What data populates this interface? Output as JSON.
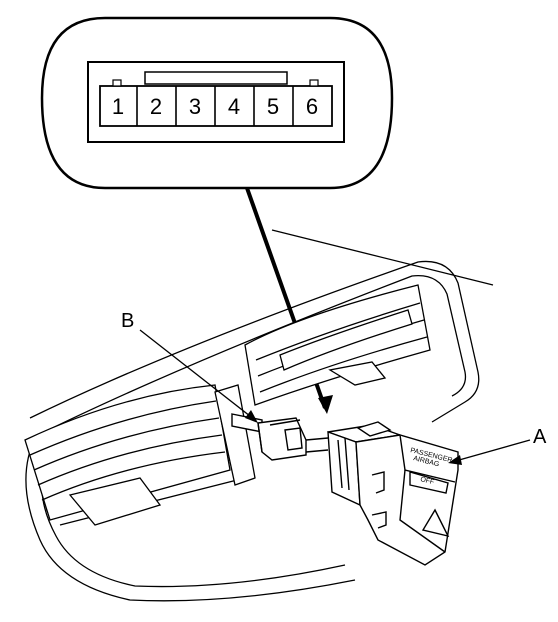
{
  "connector": {
    "pins": [
      "1",
      "2",
      "3",
      "4",
      "5",
      "6"
    ]
  },
  "callouts": {
    "a_label": "A",
    "b_label": "B"
  },
  "switch_panel": {
    "line1": "PASSENGER",
    "line2": "AIRBAG",
    "line3": "OFF"
  },
  "colors": {
    "line": "#000000",
    "background": "#ffffff"
  }
}
